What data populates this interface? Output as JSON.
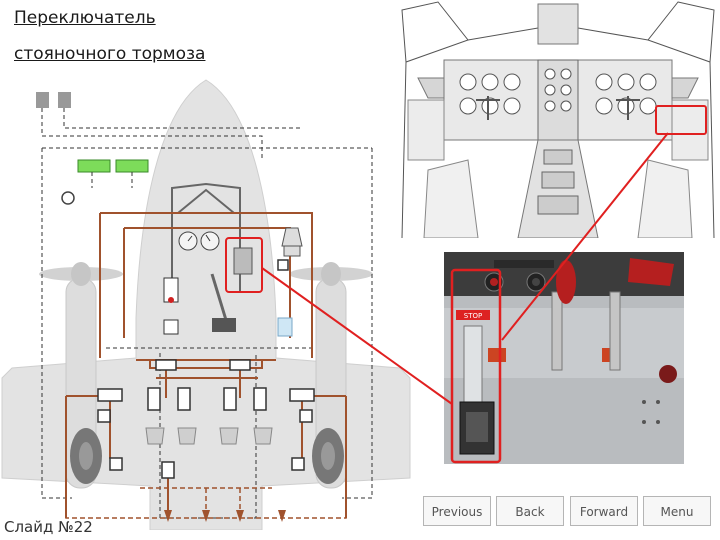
{
  "slide": {
    "title_line1": "Переключатель",
    "title_line2": "стояночного тормоза",
    "number_label": "Слайд №22"
  },
  "navigation": {
    "previous": "Previous",
    "back": "Back",
    "forward": "Forward",
    "menu": "Menu"
  },
  "colors": {
    "pipe": "#a0522d",
    "highlight": "#e02020",
    "airframe": "#e3e3e3",
    "indicator_green": "#7ddc5a"
  }
}
